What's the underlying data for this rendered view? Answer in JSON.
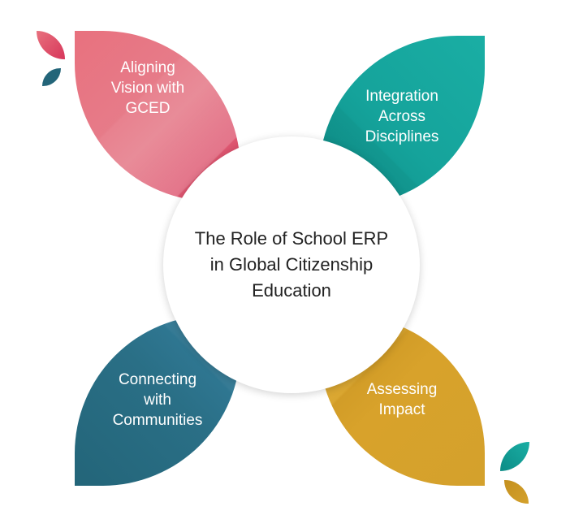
{
  "diagram": {
    "center_title": "The Role of School ERP\nin Global Citizenship\nEducation",
    "leaves": [
      {
        "position": "top-left",
        "label": "Aligning\nVision with\nGCED",
        "color": "#e6707f"
      },
      {
        "position": "top-right",
        "label": "Integration\nAcross\nDisciplines",
        "color": "#15a39b"
      },
      {
        "position": "bottom-left",
        "label": "Connecting\nwith\nCommunities",
        "color": "#2a6f86"
      },
      {
        "position": "bottom-right",
        "label": "Assessing\nImpact",
        "color": "#d8a22b"
      }
    ]
  }
}
